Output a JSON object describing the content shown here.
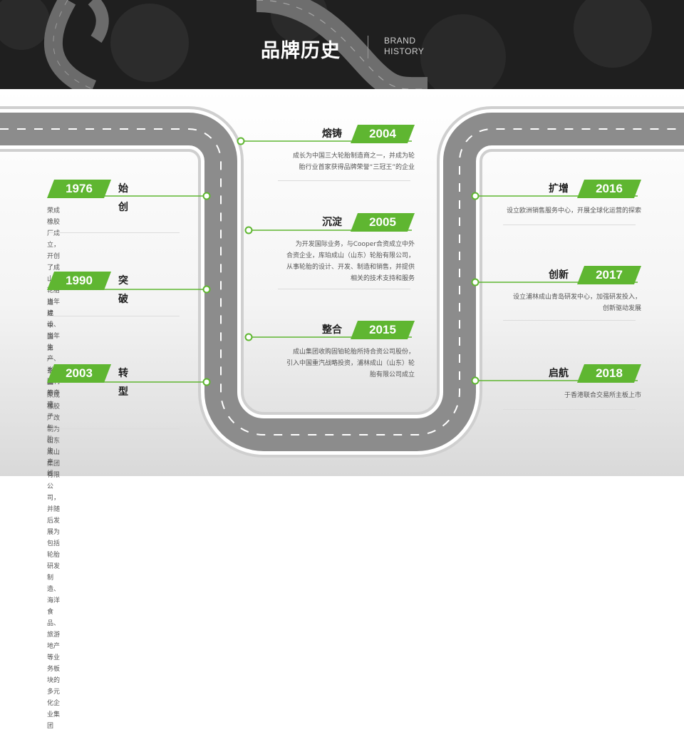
{
  "header": {
    "title_cn": "品牌历史",
    "title_en_line1": "BRAND",
    "title_en_line2": "HISTORY"
  },
  "colors": {
    "accent": "#5fb631",
    "road": "#8c8c8c",
    "road_border": "#cfcfcf"
  },
  "timeline": {
    "m1976": {
      "year": "1976",
      "title": "始创",
      "desc": [
        "荣成橡胶厂成立，开创了成山牌轮胎当年建",
        "设、当年生产、当年盈利的奇迹"
      ]
    },
    "m1990": {
      "year": "1990",
      "title": "突破",
      "desc": [
        "建成中国第一条国产化子午胎生产线"
      ]
    },
    "m2003": {
      "year": "2003",
      "title": "转型",
      "desc": [
        "荣成橡胶厂改制为山东成山集团有限公司，",
        "并随后发展为包括轮胎研发制造、海洋食品、",
        "旅游地产等业务板块的多元化企业集团"
      ]
    },
    "m2004": {
      "year": "2004",
      "title": "熔铸",
      "desc": [
        "成长为中国三大轮胎制造商之一，并成为轮",
        "胎行业首家获得品牌荣誉“三冠王”的企业"
      ]
    },
    "m2005": {
      "year": "2005",
      "title": "沉淀",
      "desc": [
        "为开发国际业务，与Cooper合资成立中外",
        "合资企业，库珀成山（山东）轮胎有限公司，",
        "从事轮胎的设计、开发、制造和销售，并提供",
        "相关的技术支持和服务"
      ]
    },
    "m2015": {
      "year": "2015",
      "title": "整合",
      "desc": [
        "成山集团收购固铂轮胎所持合资公司股份，",
        "引入中国重汽战略投资，浦林成山（山东）轮",
        "胎有限公司成立"
      ]
    },
    "m2016": {
      "year": "2016",
      "title": "扩增",
      "desc": [
        "设立欧洲销售服务中心，开展全球化运营的探索"
      ]
    },
    "m2017": {
      "year": "2017",
      "title": "创新",
      "desc": [
        "设立浦林成山青岛研发中心，加强研发投入，",
        "创新驱动发展"
      ]
    },
    "m2018": {
      "year": "2018",
      "title": "启航",
      "desc": [
        "于香港联合交易所主板上市"
      ]
    }
  }
}
